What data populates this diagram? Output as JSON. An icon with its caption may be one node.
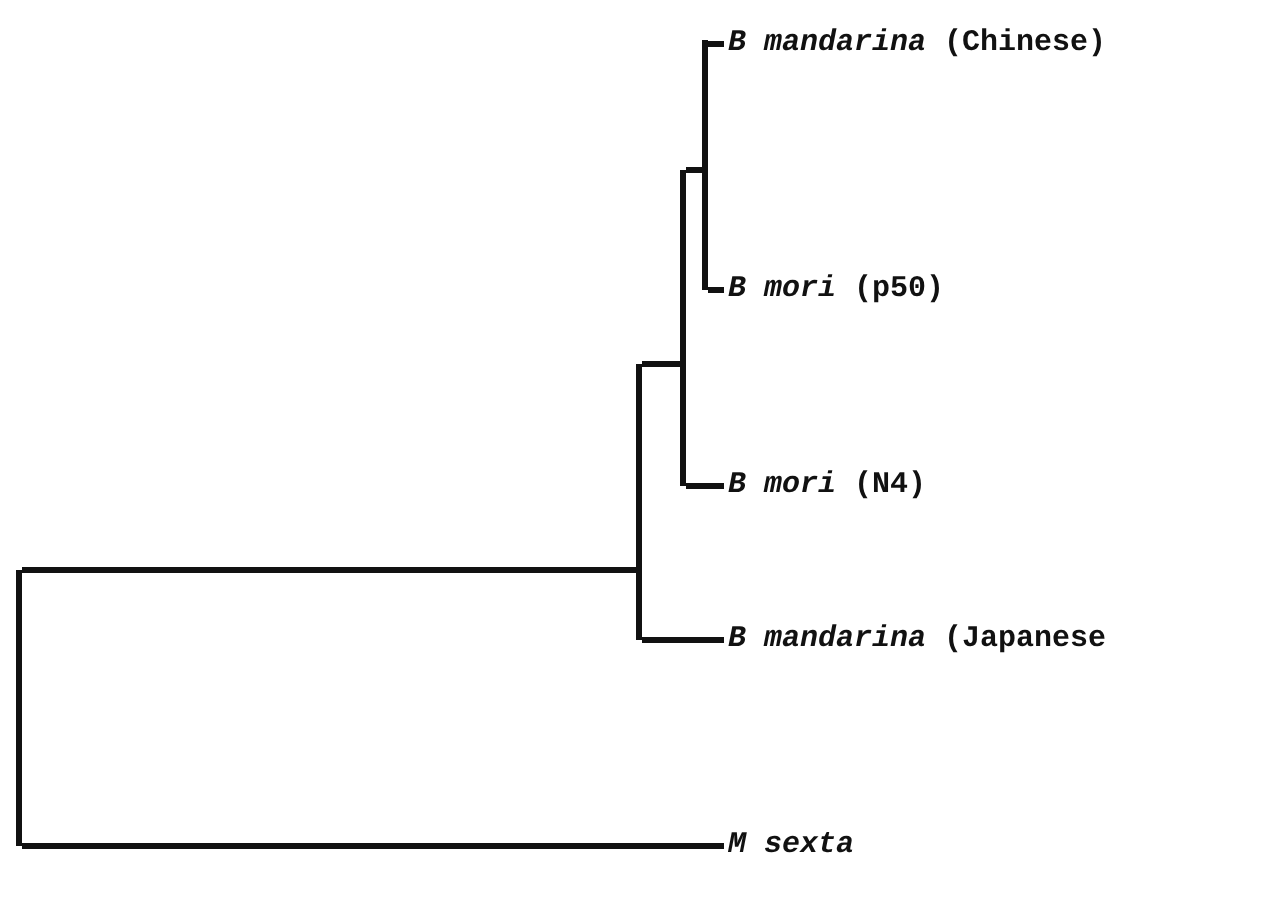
{
  "diagram": {
    "nodes": [
      {
        "text": [
          "*B mandarina* (Chinese)"
        ]
      },
      {
        "text": [
          "*B mori* (p50)"
        ]
      },
      {
        "text": [
          "*B mori* (N4)"
        ]
      },
      {
        "text": [
          "*B mandarina* (Japanese"
        ]
      },
      {
        "text": [
          "*M sexta*"
        ]
      },
      {
        "text": [],
        "shape": "bar"
      },
      {
        "text": [],
        "shape": "bar"
      },
      {
        "text": [],
        "shape": "bar"
      },
      {
        "text": [],
        "shape": "bar"
      }
    ],
    "edges": [
      {
        "from": 5,
        "to": 6,
        "arrow": "none"
      },
      {
        "from": 5,
        "to": 4,
        "arrow": "none"
      },
      {
        "from": 6,
        "to": 7,
        "arrow": "none"
      },
      {
        "from": 6,
        "to": 3,
        "arrow": "none"
      },
      {
        "from": 7,
        "to": 8,
        "arrow": "none"
      },
      {
        "from": 7,
        "to": 2,
        "arrow": "none"
      },
      {
        "from": 8,
        "to": 0,
        "arrow": "none"
      },
      {
        "from": 8,
        "to": 1,
        "arrow": "none"
      }
    ]
  }
}
